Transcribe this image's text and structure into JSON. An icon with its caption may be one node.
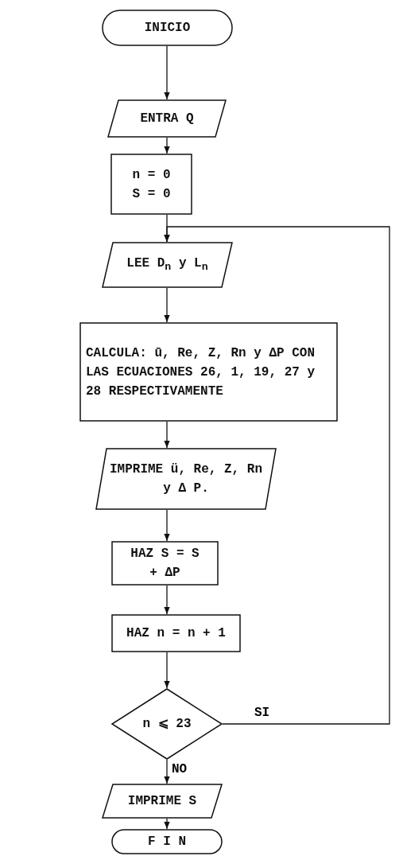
{
  "diagram": {
    "nodes": [
      {
        "text": [
          "INICIO"
        ]
      },
      {
        "text": [
          "ENTRA  Q"
        ]
      },
      {
        "text": [
          "n = 0",
          "S = 0"
        ]
      },
      {
        "text": [
          "LEE  D$_{n}$  y  L$_{n}$"
        ]
      },
      {
        "text": [
          "CALCULA: ū, Re, Z, Rn y ΔP CON LAS ECUACIONES 26, 1, 19, 27 y 28 RESPECTIVAMENTE"
        ]
      },
      {
        "text": [
          "IMPRIME ü, Re, Z, Rn  y  Δ P."
        ]
      },
      {
        "text": [
          "HAZ  S = S + ΔP"
        ]
      },
      {
        "text": [
          "HAZ  n = n + 1"
        ]
      },
      {
        "text": [
          "n ⩽ 23"
        ]
      },
      {
        "text": [
          "IMPRIME  S"
        ]
      },
      {
        "text": [
          "F I N"
        ]
      }
    ],
    "edges": [
      {
        "from": 0,
        "to": 1,
        "arrow": "to"
      },
      {
        "from": 1,
        "to": 2,
        "arrow": "to"
      },
      {
        "from": 2,
        "to": 3,
        "arrow": "to"
      },
      {
        "from": 3,
        "to": 4,
        "arrow": "to"
      },
      {
        "from": 4,
        "to": 5,
        "arrow": "to"
      },
      {
        "from": 5,
        "to": 6,
        "arrow": "to"
      },
      {
        "from": 6,
        "to": 7,
        "arrow": "to"
      },
      {
        "from": 7,
        "to": 8,
        "arrow": "to"
      },
      {
        "from": 8,
        "to": 3,
        "arrow": "to",
        "label": "SI"
      },
      {
        "from": 8,
        "to": 9,
        "arrow": "to",
        "label": "NO"
      },
      {
        "from": 9,
        "to": 10,
        "arrow": "to"
      }
    ]
  }
}
